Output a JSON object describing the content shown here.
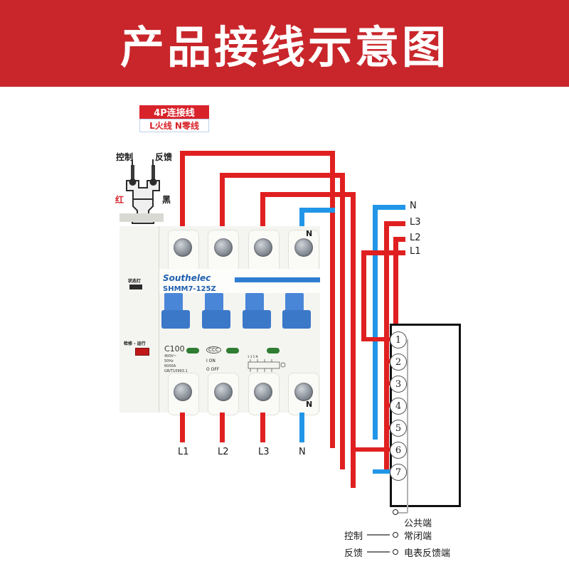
{
  "banner": {
    "title": "产品接线示意图",
    "bg_color": "#c8262b",
    "text_color": "#ffffff"
  },
  "legend": {
    "line1": "4P连接线",
    "line2": "L火线 N零线",
    "line1_bg": "#d8232a",
    "line2_text_color": "#d8232a"
  },
  "plug": {
    "control_label": "控制",
    "feedback_label": "反馈",
    "red_label": "红",
    "black_label": "黑"
  },
  "breaker": {
    "brand": "Southelec",
    "model": "SHMM7-125Z",
    "status_light_label": "状态灯",
    "run_switch_label": "检修 - 运行",
    "rating": "C100",
    "spec_lines": [
      "400V~",
      "50Hz",
      "6000A",
      "GB/T10963.1"
    ],
    "ccc_mark": "CCC",
    "on_label": "I ON",
    "off_label": "O OFF",
    "neutral_mark_top": "N",
    "neutral_mark_bottom": "N",
    "schematic_note": "1 3 5 N",
    "pole_count": 4
  },
  "right_wire_labels": [
    {
      "name": "N",
      "color": "#2196e8"
    },
    {
      "name": "L3",
      "color": "#e02020"
    },
    {
      "name": "L2",
      "color": "#e02020"
    },
    {
      "name": "L1",
      "color": "#e02020"
    }
  ],
  "bottom_wire_labels": [
    {
      "name": "L1",
      "color": "#e02020"
    },
    {
      "name": "L2",
      "color": "#e02020"
    },
    {
      "name": "L3",
      "color": "#e02020"
    },
    {
      "name": "N",
      "color": "#2196e8"
    }
  ],
  "terminal_block": {
    "numbers": [
      "1",
      "2",
      "3",
      "4",
      "5",
      "6",
      "7"
    ],
    "legend": [
      {
        "left": "",
        "right": "公共端"
      },
      {
        "left": "控制",
        "right": "常闭端"
      },
      {
        "left": "反馈",
        "right": "电表反馈端"
      }
    ]
  },
  "colors": {
    "red_wire": "#e02020",
    "blue_wire": "#2196e8",
    "box_border": "#111111"
  }
}
